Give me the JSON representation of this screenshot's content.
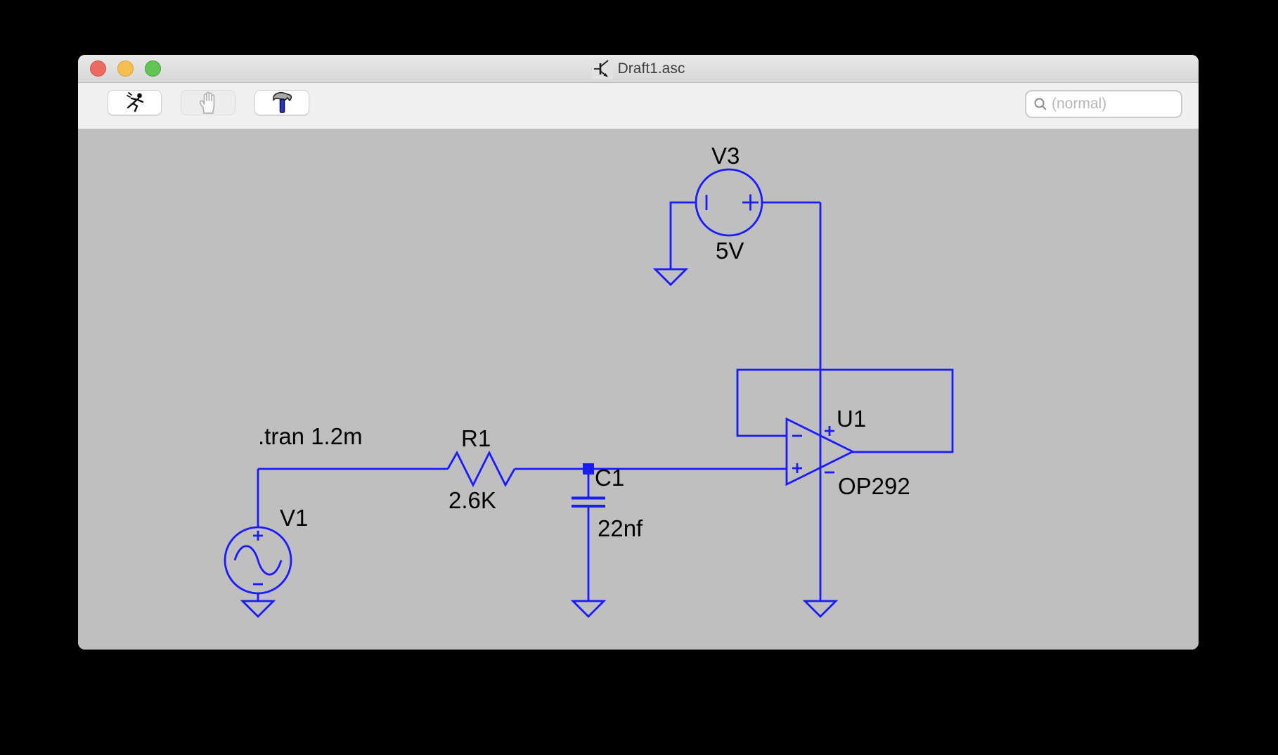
{
  "window": {
    "title": "Draft1.asc",
    "doc_icon": "npn-transistor-icon"
  },
  "titlebar": {
    "traffic_lights": [
      {
        "name": "close",
        "color": "#ed6a5e"
      },
      {
        "name": "minimize",
        "color": "#f5bf4f"
      },
      {
        "name": "zoom",
        "color": "#61c454"
      }
    ]
  },
  "toolbar": {
    "buttons": [
      {
        "name": "run",
        "icon": "running-man-icon",
        "enabled": true
      },
      {
        "name": "pan",
        "icon": "hand-icon",
        "enabled": false
      },
      {
        "name": "tools",
        "icon": "hammer-icon",
        "enabled": true
      }
    ],
    "search_placeholder": "(normal)",
    "search_icon": "magnifier-icon"
  },
  "schematic": {
    "colors": {
      "wire": "#1a1aff",
      "canvas": "#bfbfbf",
      "text": "#000000"
    },
    "directive": ".tran 1.2m",
    "components": {
      "v1": {
        "name": "V1",
        "type": "ac-voltage-source"
      },
      "v3": {
        "name": "V3",
        "value": "5V",
        "type": "dc-voltage-source"
      },
      "r1": {
        "name": "R1",
        "value": "2.6K",
        "type": "resistor"
      },
      "c1": {
        "name": "C1",
        "value": "22nf",
        "type": "capacitor"
      },
      "u1": {
        "name": "U1",
        "value": "OP292",
        "type": "opamp"
      }
    },
    "grounds": 4
  }
}
